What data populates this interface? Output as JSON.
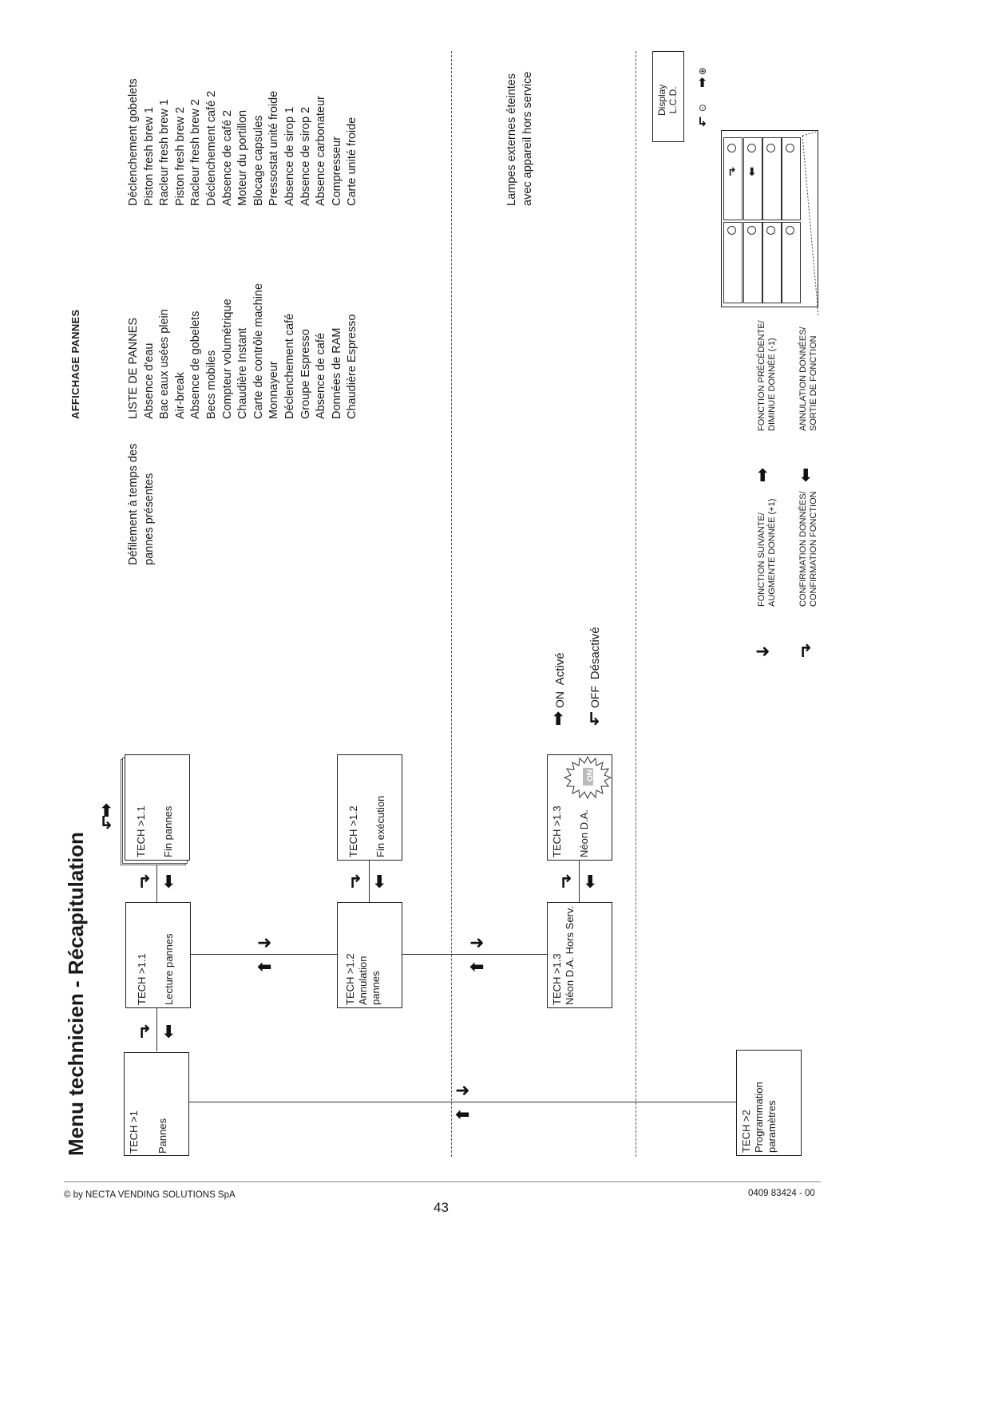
{
  "title": "Menu technicien - Récapitulation",
  "boxes": {
    "tech1": {
      "code": "TECH >1",
      "label": "Pannes"
    },
    "tech1_1": {
      "code": "TECH >1.1",
      "label": "Lecture pannes"
    },
    "tech1_1_sub": {
      "code": "TECH >1.1",
      "label": "Fin pannes"
    },
    "tech1_2": {
      "code": "TECH >1.2",
      "label": "Annulation",
      "label2": "pannes"
    },
    "tech1_2_sub": {
      "code": "TECH >1.2",
      "label": "Fin exécution"
    },
    "tech1_3": {
      "code": "TECH >1.3",
      "label": "Néon D.A. Hors Serv."
    },
    "tech1_3_sub": {
      "code": "TECH >1.3",
      "label": "Néon D.A.",
      "burst": "ON"
    },
    "tech2": {
      "code": "TECH >2",
      "label": "Programmation",
      "label2": "paramètres"
    }
  },
  "scroll_text": [
    "Défilement à temps des",
    "pannes présentes"
  ],
  "affichage_title": "Affichage pannes",
  "pannes_col1": [
    "LISTE DE PANNES",
    "Absence d'eau",
    "Bac eaux usées plein",
    "Air-break",
    "Absence de gobelets",
    "Becs mobiles",
    "Compteur volumétrique",
    "Chaudière Instant",
    "Carte de contrôle machine",
    "Monnayeur",
    "Déclenchement café",
    "Groupe Espresso",
    "Absence de café",
    "Données de RAM",
    "Chaudière Espresso"
  ],
  "pannes_col2": [
    "Déclenchement gobelets",
    "Piston fresh brew 1",
    "Racleur fresh brew 1",
    "Piston fresh brew 2",
    "Racleur fresh brew 2",
    "Déclenchement café 2",
    "Absence de café 2",
    "Moteur du portillon",
    "Blocage capsules",
    "Pressostat unité froide",
    "Absence de sirop 1",
    "Absence de sirop 2",
    "Absence carbonateur",
    "Compresseur",
    "Carte unité froide"
  ],
  "lamps_text": [
    "Lampes externes éteintes",
    "avec appareil hors service"
  ],
  "on_label": "ON",
  "on_value": "Activé",
  "off_label": "OFF",
  "off_value": "Désactivé",
  "display_label": [
    "Display",
    "L.C.D."
  ],
  "legend": {
    "next": [
      "FONCTION SUIVANTE/",
      "AUGMENTE DONNÉE (+1)"
    ],
    "confirm": [
      "CONFIRMATION DONNÉES/",
      "CONFIRMATION FONCTION"
    ],
    "prev": [
      "FONCTION PRÉCÉDENTE/",
      "DIMINUE DONNÉE (-1)"
    ],
    "cancel": [
      "ANNULATION DONNÉES/",
      "SORTIE DE FONCTION"
    ]
  },
  "footer": {
    "copyright": "© by NECTA VENDING SOLUTIONS SpA",
    "page": "43",
    "doc_code": "0409 83424 - 00"
  },
  "icons": [
    "arrow-up-icon",
    "arrow-down-icon",
    "arrow-right-icon",
    "arrow-left-icon",
    "confirm-arrow-icon",
    "cancel-arrow-icon",
    "led-icon"
  ]
}
